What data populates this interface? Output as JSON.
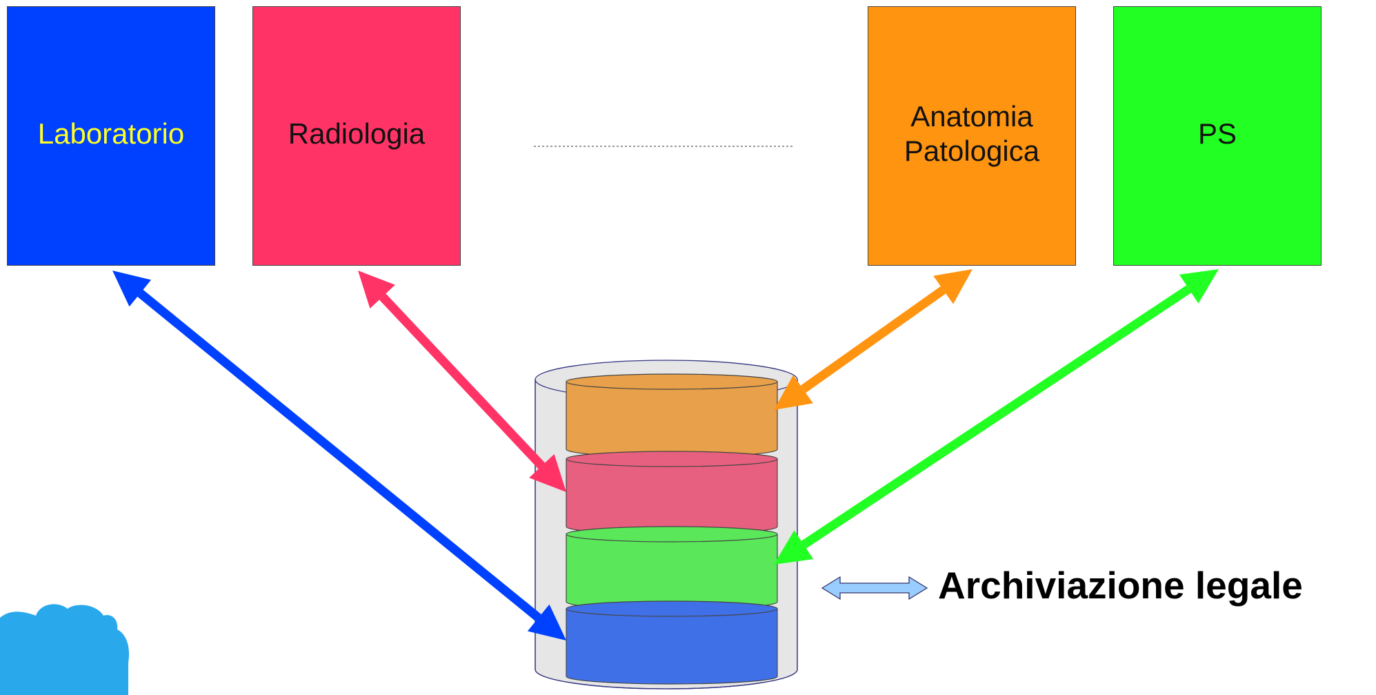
{
  "colors": {
    "laboratorio": "#0040FF",
    "radiologia": "#FF3366",
    "anatomia": "#FF9411",
    "ps": "#22FF22",
    "laboratorio_text": "#FFFF22",
    "layer_orange": "#E8A04A",
    "layer_pink": "#E8607F",
    "layer_green": "#5AE85A",
    "layer_blue": "#4070E8",
    "cylinder_body": "#E6E6E6",
    "legend_arrow": "#99CCFF",
    "cloud": "#2AA8EC"
  },
  "departments": [
    {
      "id": "laboratorio",
      "label": "Laboratorio"
    },
    {
      "id": "radiologia",
      "label": "Radiologia"
    },
    {
      "id": "anatomia",
      "label": "Anatomia\nPatologica"
    },
    {
      "id": "ps",
      "label": "PS"
    }
  ],
  "archive": {
    "layers": [
      "anatomia",
      "radiologia",
      "ps",
      "laboratorio"
    ]
  },
  "legend": {
    "label": "Archiviazione legale"
  }
}
